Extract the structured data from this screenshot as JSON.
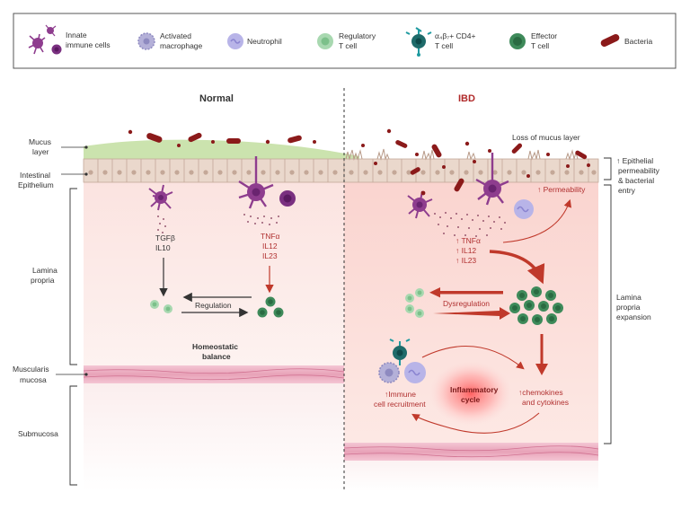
{
  "legend": {
    "innate_l1": "Innate",
    "innate_l2": "immune cells",
    "macrophage_l1": "Activated",
    "macrophage_l2": "macrophage",
    "neutrophil": "Neutrophil",
    "treg_l1": "Regulatory",
    "treg_l2": "T cell",
    "a4b7_l1": "α₄β₇+ CD4+",
    "a4b7_l2": "T cell",
    "effector_l1": "Effector",
    "effector_l2": "T cell",
    "bacteria": "Bacteria"
  },
  "panels": {
    "normal": "Normal",
    "ibd": "IBD"
  },
  "layers": {
    "mucus_l1": "Mucus",
    "mucus_l2": "layer",
    "epith_l1": "Intestinal",
    "epith_l2": "Epithelium",
    "lamina_l1": "Lamina",
    "lamina_l2": "propria",
    "muscularis_l1": "Muscularis",
    "muscularis_l2": "mucosa",
    "submucosa": "Submucosa"
  },
  "normal": {
    "tgfb": "TGFβ",
    "il10": "IL10",
    "tnfa": "TNFα",
    "il12": "IL12",
    "il23": "IL23",
    "regulation": "Regulation",
    "balance_l1": "Homeostatic",
    "balance_l2": "balance"
  },
  "ibd": {
    "loss_mucus": "Loss of mucus layer",
    "permeability": "↑ Permeability",
    "tnfa": "↑ TNFα",
    "il12": "↑ IL12",
    "il23": "↑ IL23",
    "dysregulation": "Dysregulation",
    "cycle_l1": "Inflammatory",
    "cycle_l2": "cycle",
    "recruit_l1": "↑Immune",
    "recruit_l2": "cell recruitment",
    "chemo_l1": "↑chemokines",
    "chemo_l2": "and cytokines"
  },
  "right_notes": {
    "perm_l1": "↑ Epithelial",
    "perm_l2": "permeability",
    "perm_l3": "& bacterial",
    "perm_l4": "entry",
    "exp_l1": "Lamina",
    "exp_l2": "propria",
    "exp_l3": "expansion"
  },
  "colors": {
    "treg": "#a8d8b0",
    "effector": "#3e8a5a",
    "innate": "#8e3d8e",
    "macrophage": "#b4b0d8",
    "neutrophil": "#b8b4e8",
    "bacteria": "#8b1a1a",
    "arrow_red": "#c0392b",
    "mucus": "#c5e0a5"
  }
}
